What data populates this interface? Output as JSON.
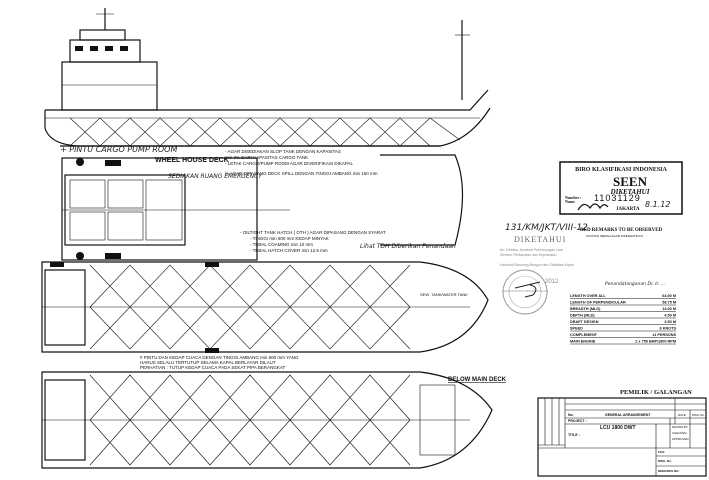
{
  "drawing": {
    "profile_note_handwritten": "+ PINTU CARGO PUMP ROOM",
    "wheel_house_label": "WHEEL HOUSE DECK",
    "wheel_house_handwritten": "SEDIAKAN RUANG EMERGENCY",
    "notes_top": [
      "- AGAR DISEDIAKAN SLOP TANK DENGAN KAPASITAS",
      "  min 3% DARI KAPASITAS CARGO TANK",
      "- LETAK CARGO/PUMP ROOM AGAR DIVERIFIKASI DIKAPAL",
      "½ AGAR DIPASANG DECK SPILL DENGAN TINGGI AMBANG min 150 mm"
    ],
    "notes_hatch": [
      "- OILTIGHT TANK HATCH ( OTH ) AGAR DIPASANG DENGAN SYARAT",
      "- TINGGI min 600 mm   KEDAP MINYAK",
      "- TEBAL COAMING min 10 mm",
      "- TEBAL HATCH COVER min 12.5 mm"
    ],
    "handwritten_mid": "Lihat TDH Diberikan Penandaan",
    "notes_door": [
      "# PINTU DAN KEDAP CUACA DENGAN TINGGI AMBANG min 600 mm YANG",
      "  HARUS SELALU TERTUTUP SELAMA KAPAL BERLAYAR DILAUT",
      "  PERHATIAN : TUTUP KEDAP CUACA PADA SEKAT PIPA BERANGKAT"
    ],
    "below_main_deck_label": "BELOW MAIN DECK",
    "tank_label": "SEW. TANK/WATER TANK"
  },
  "stamp": {
    "org": "BIRO KLASIFIKASI INDONESIA",
    "seen": "SEEN",
    "diketahui": "DIKETAHUI",
    "number_label": "Number :",
    "name_label": "Name",
    "number": "11031129",
    "date_handwritten": "8.1.12",
    "city": "JAKARTA"
  },
  "approval": {
    "handwritten_ref": "131/KM/JKT/VIII-12",
    "remarks": "RED REMARKS TO BE OBSERVED",
    "remarks_sub": "CATATAN MERAH AGAR DIPERHATIKAN",
    "diketahui": "DIKETAHUI",
    "lines": [
      "An. Direktur Jenderal Perhubungan Laut",
      "Direktur Perkapalan dan Kepelautan",
      "Kasubdit Rancang Bangun dan Stabilitas Kapal"
    ],
    "date": "2012",
    "handwritten_note": "Penandatanganan  Dr. Ir. ...",
    "seal_text": "KEMENTERIAN PERHUBUNGAN"
  },
  "particulars": [
    {
      "label": "LENGTH OVER ALL",
      "value": "64.00 M"
    },
    {
      "label": "LENGTH OF PERPENDICULAR",
      "value": "58.75 M"
    },
    {
      "label": "BREADTH (MLD)",
      "value": "14.00 M"
    },
    {
      "label": "DEPTH (MLD)",
      "value": "4.50 M"
    },
    {
      "label": "DRAFT DESIGN",
      "value": "3.50 M"
    },
    {
      "label": "SPEED",
      "value": "8 KNOTS"
    },
    {
      "label": "COMPLEMENT",
      "value": "11 PERSONS"
    },
    {
      "label": "MAIN ENGINE",
      "value": "2 x 750 BHP/1800 RPM"
    }
  ],
  "title_block": {
    "owner_label": "PEMILIK / GALANGAN",
    "no_label": "No.",
    "drawing_label": "GENERAL ARRANGEMENT",
    "project_label": "PROJECT :",
    "project": "LCU 1800 DWT",
    "title_label": "TITLE :",
    "date_label": "DATE",
    "scale_label": "DWG No.",
    "drawn_label": "DRAWN BY",
    "checked_label": "CHECKED",
    "approved_label": "APPROVED",
    "file_label": "FILE",
    "dwg_label": "DWG. No.",
    "remarks_label": "REMARKS NO."
  }
}
